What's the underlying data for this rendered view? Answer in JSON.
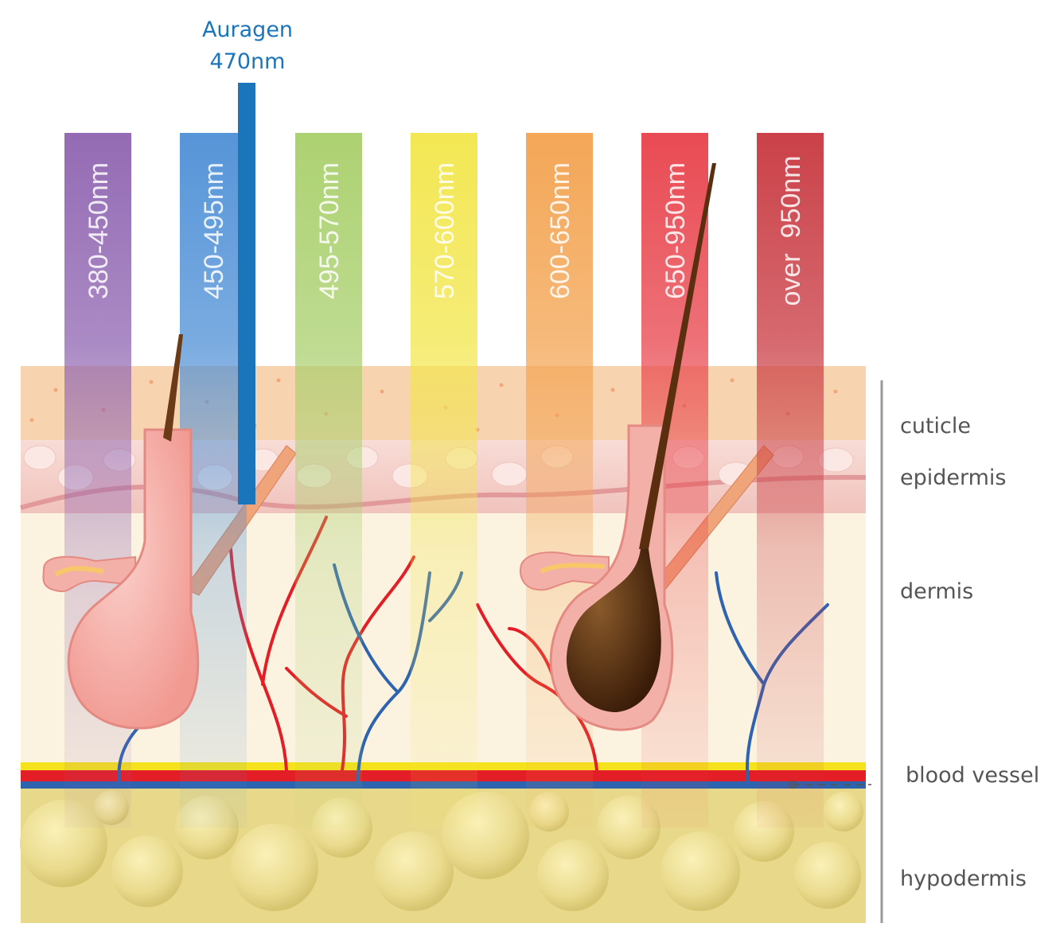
{
  "marker": {
    "line1": "Auragen",
    "line2": "470nm",
    "color": "#1b75bb"
  },
  "bands": [
    {
      "label": "380-450nm",
      "color": "#8e63b0"
    },
    {
      "label": "450-495nm",
      "color": "#4d8fd6"
    },
    {
      "label": "495-570nm",
      "color": "#a8cf6a"
    },
    {
      "label": "570-600nm",
      "color": "#f2e64a"
    },
    {
      "label": "600-650nm",
      "color": "#f3a24e"
    },
    {
      "label": "650-950nm",
      "color": "#e8414a"
    },
    {
      "label": "over  950nm",
      "color": "#c8373f"
    }
  ],
  "layers": {
    "cuticle": "cuticle",
    "epidermis": "epidermis",
    "dermis": "dermis",
    "blood_vessel": "blood vessel",
    "hypodermis": "hypodermis"
  },
  "colors": {
    "cuticle": "#f8d3b0",
    "epidermis": "#f6d3cf",
    "dermis": "#fbf2e0",
    "fat": "#e8d98a",
    "vessel_red": "#e41e26",
    "vessel_blue": "#2e63b0",
    "label_gray": "#555555"
  }
}
